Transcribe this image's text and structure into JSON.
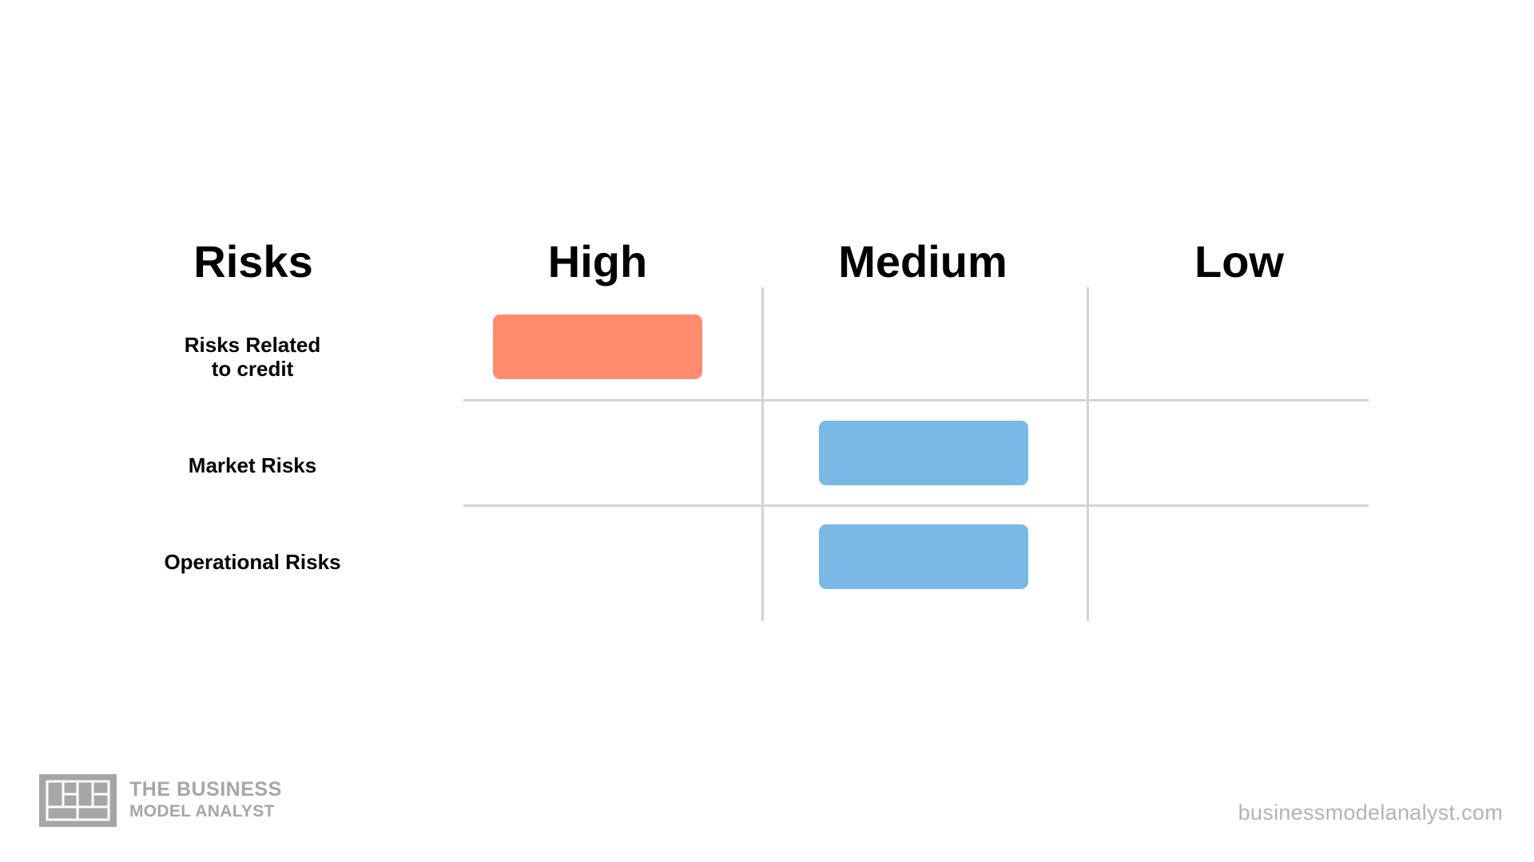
{
  "matrix": {
    "corner_header": "Risks",
    "columns": [
      "High",
      "Medium",
      "Low"
    ],
    "rows": [
      {
        "label": "Risks Related\nto credit",
        "level": "High",
        "color": "#ff8c6e"
      },
      {
        "label": "Market Risks",
        "level": "Medium",
        "color": "#78b9e6"
      },
      {
        "label": "Operational Risks",
        "level": "Medium",
        "color": "#78b9e6"
      }
    ]
  },
  "branding": {
    "logo_line1": "THE BUSINESS",
    "logo_line2": "MODEL ANALYST",
    "website": "businessmodelanalyst.com"
  }
}
